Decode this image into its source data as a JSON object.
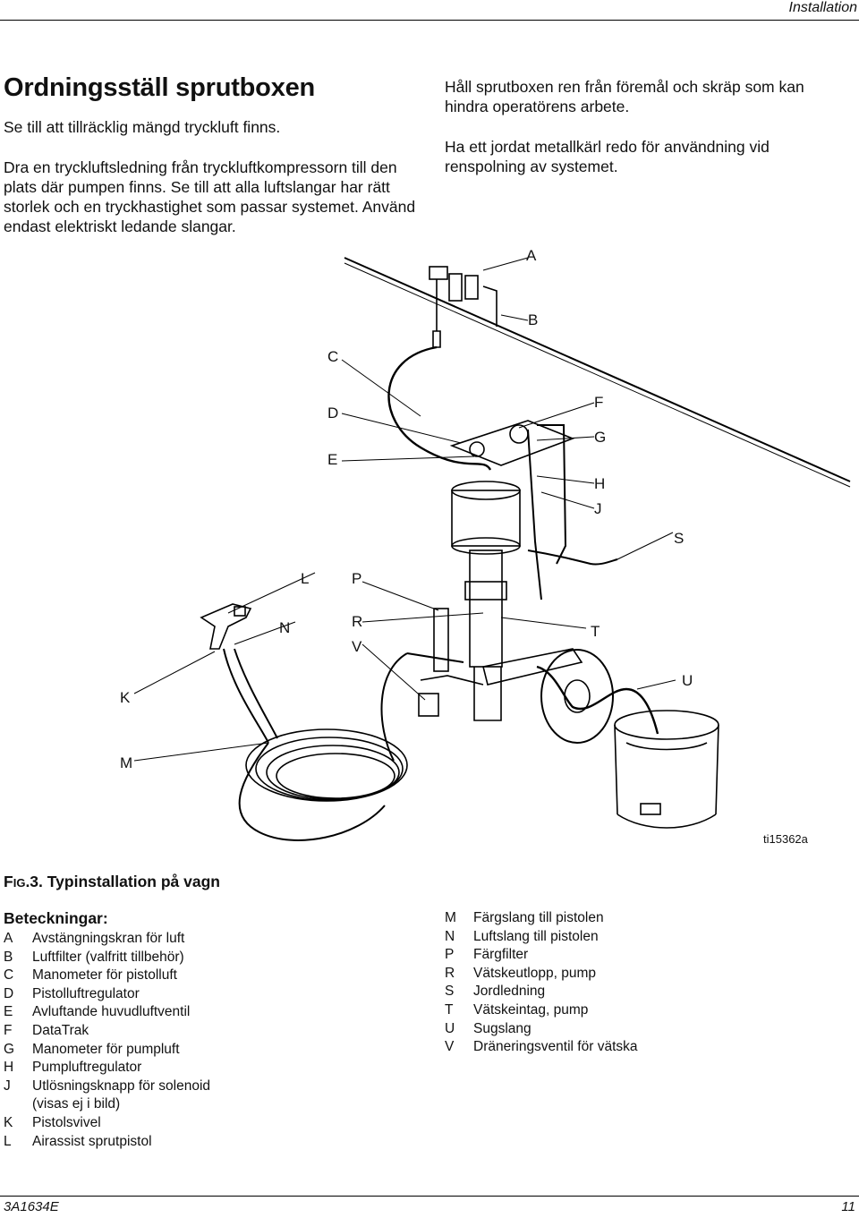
{
  "header": {
    "section": "Installation"
  },
  "title": "Ordningsställ sprutboxen",
  "left_paragraphs": [
    "Se till att tillräcklig mängd tryckluft finns.",
    "Dra en tryckluftsledning från tryckluftkompressorn till den plats där pumpen finns. Se till att alla luftslangar har rätt storlek och en tryckhastighet som passar systemet. Använd endast elektriskt ledande slangar."
  ],
  "right_paragraphs": [
    "Håll sprutboxen ren från föremål och skräp som kan hindra operatörens arbete.",
    "Ha ett jordat metallkärl redo för användning vid renspolning av systemet."
  ],
  "callouts": {
    "A": "A",
    "B": "B",
    "C": "C",
    "D": "D",
    "E": "E",
    "F": "F",
    "G": "G",
    "H": "H",
    "J": "J",
    "S": "S",
    "L": "L",
    "P": "P",
    "N": "N",
    "R": "R",
    "V": "V",
    "T": "T",
    "K": "K",
    "U": "U",
    "M": "M"
  },
  "figure_id": "ti15362a",
  "caption": {
    "fig_prefix_big": "F",
    "fig_prefix_small": "IG",
    "fig_number": ".3.",
    "text": " Typinstallation på vagn"
  },
  "legend_title": "Beteckningar:",
  "legend_left": [
    {
      "key": "A",
      "value": "Avstängningskran för luft"
    },
    {
      "key": "B",
      "value": "Luftfilter (valfritt tillbehör)"
    },
    {
      "key": "C",
      "value": "Manometer för pistolluft"
    },
    {
      "key": "D",
      "value": "Pistolluftregulator"
    },
    {
      "key": "E",
      "value": "Avluftande huvudluftventil"
    },
    {
      "key": "F",
      "value": "DataTrak"
    },
    {
      "key": "G",
      "value": "Manometer för pumpluft"
    },
    {
      "key": "H",
      "value": "Pumpluftregulator"
    },
    {
      "key": "J",
      "value": "Utlösningsknapp för solenoid"
    },
    {
      "key": "",
      "value": "(visas ej i bild)"
    },
    {
      "key": "K",
      "value": "Pistolsvivel"
    },
    {
      "key": "L",
      "value": "Airassist sprutpistol"
    }
  ],
  "legend_right": [
    {
      "key": "M",
      "value": "Färgslang till pistolen"
    },
    {
      "key": "N",
      "value": "Luftslang till pistolen"
    },
    {
      "key": "P",
      "value": "Färgfilter"
    },
    {
      "key": "R",
      "value": "Vätskeutlopp, pump"
    },
    {
      "key": "S",
      "value": "Jordledning"
    },
    {
      "key": "T",
      "value": "Vätskeintag, pump"
    },
    {
      "key": "U",
      "value": "Sugslang"
    },
    {
      "key": "V",
      "value": "Dräneringsventil för vätska"
    }
  ],
  "footer": {
    "doc_number": "3A1634E",
    "page_number": "11"
  }
}
